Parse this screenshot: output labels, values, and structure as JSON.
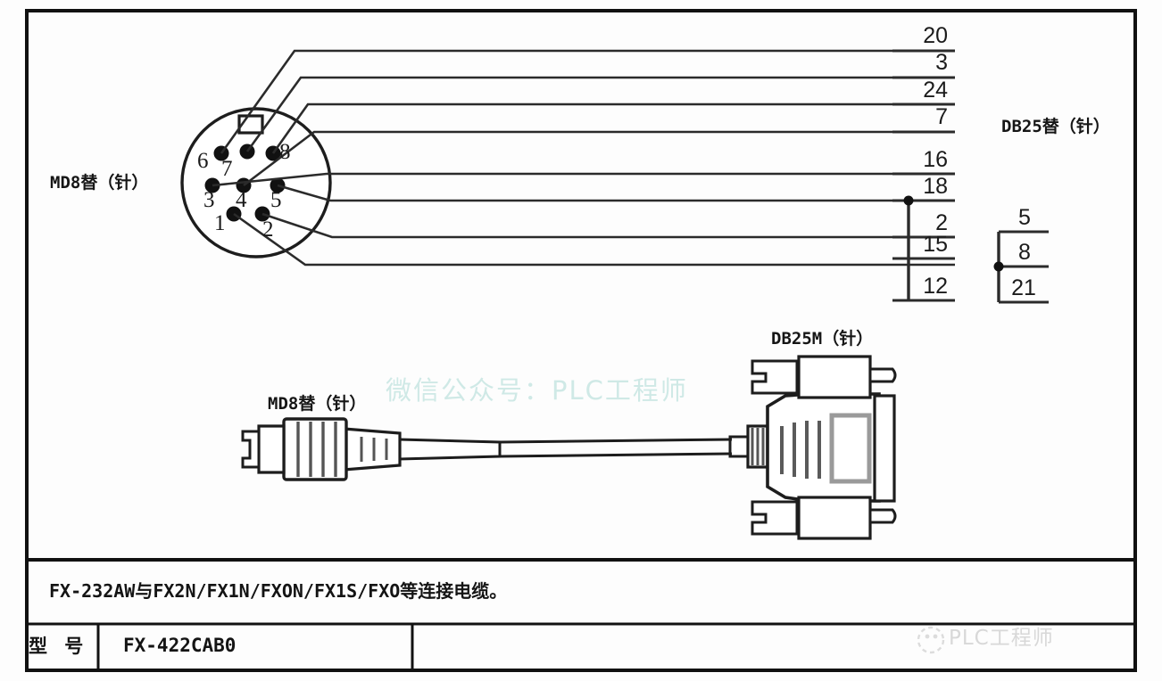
{
  "diagram": {
    "title_note": "FX-232AW与FX2N/FX1N/FXON/FX1S/FXO等连接电缆。",
    "model_label": "型 号",
    "model_value": "FX-422CAB0",
    "watermark_center": "微信公众号：PLC工程师",
    "watermark_logo": "PLC工程师"
  },
  "left_connector": {
    "label": "MD8替（针）",
    "pins": [
      {
        "id": "6",
        "label": "6"
      },
      {
        "id": "7",
        "label": "7"
      },
      {
        "id": "8",
        "label": "8"
      },
      {
        "id": "3",
        "label": "3"
      },
      {
        "id": "4",
        "label": "4"
      },
      {
        "id": "5",
        "label": "5"
      },
      {
        "id": "1",
        "label": "1"
      },
      {
        "id": "2",
        "label": "2"
      }
    ]
  },
  "right_connector": {
    "label": "DB25替（针）",
    "pins_main": [
      {
        "label": "20"
      },
      {
        "label": "3"
      },
      {
        "label": "24"
      },
      {
        "label": "7"
      },
      {
        "label": "16"
      },
      {
        "label": "18"
      },
      {
        "label": "2"
      },
      {
        "label": "15"
      },
      {
        "label": "12"
      }
    ],
    "pins_group": [
      {
        "label": "5"
      },
      {
        "label": "8"
      },
      {
        "label": "21"
      }
    ]
  },
  "cable": {
    "plug_left_label": "MD8替（针）",
    "plug_right_label": "DB25M（针）"
  },
  "colors": {
    "line": "#262626",
    "frame": "#111111",
    "watermark": "#cfe9e6",
    "fill": "#ffffff"
  }
}
